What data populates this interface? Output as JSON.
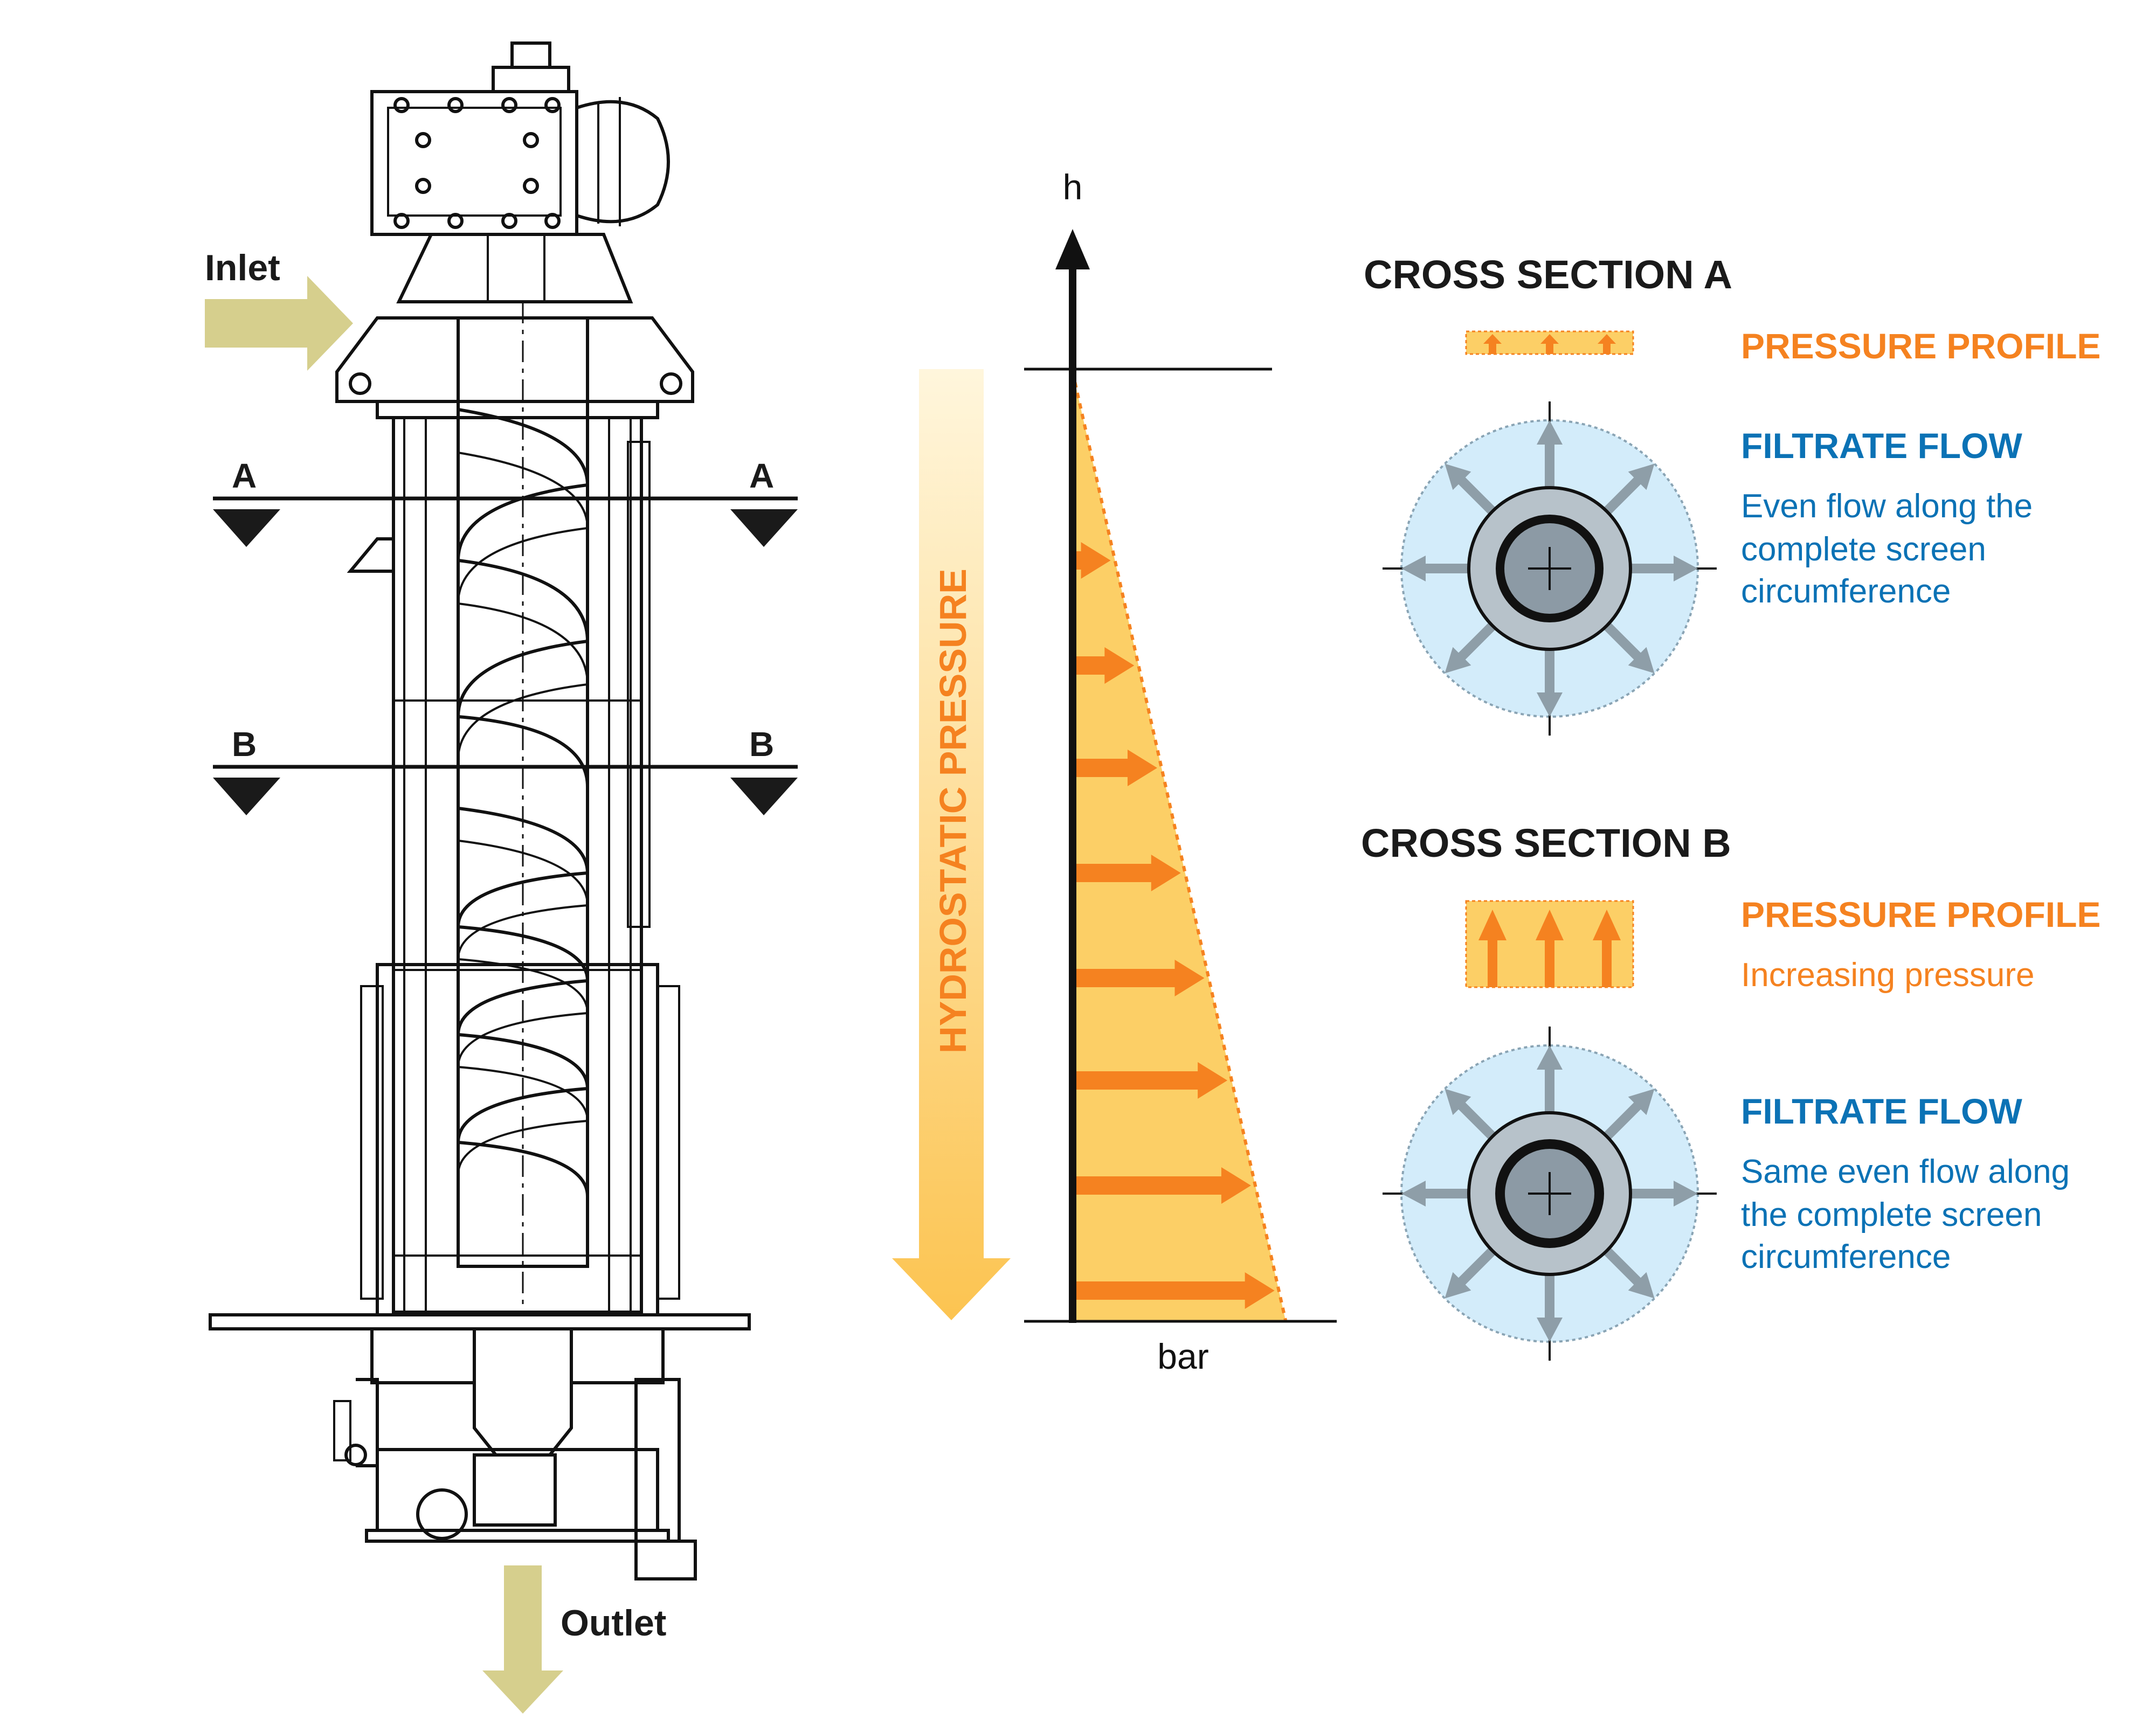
{
  "machine": {
    "inlet_label": "Inlet",
    "outlet_label": "Outlet",
    "section_a_left": "A",
    "section_a_right": "A",
    "section_b_left": "B",
    "section_b_right": "B",
    "arrow_color": "#d6cf8d"
  },
  "pressure_diagram": {
    "vertical_label": "HYDROSTATIC PRESSURE",
    "axis_y_label": "h",
    "axis_x_label": "bar",
    "fill_color": "#fccf66",
    "arrow_color": "#f58220"
  },
  "cross_section_a": {
    "heading": "CROSS SECTION A",
    "pressure_title": "PRESSURE PROFILE",
    "flow_title": "FILTRATE FLOW",
    "flow_text": [
      "Even flow along the",
      "complete screen",
      "circumference"
    ]
  },
  "cross_section_b": {
    "heading": "CROSS SECTION B",
    "pressure_title": "PRESSURE PROFILE",
    "pressure_text": "Increasing pressure",
    "flow_title": "FILTRATE FLOW",
    "flow_text": [
      "Same even flow along",
      "the complete screen",
      "circumference"
    ]
  }
}
